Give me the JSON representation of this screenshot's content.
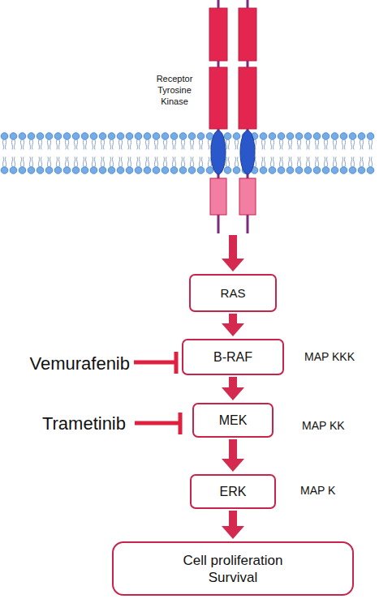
{
  "diagram": {
    "nodes": [
      {
        "text": [
          "Receptor Tyrosine Kinase"
        ]
      },
      {
        "text": [
          "RAS"
        ]
      },
      {
        "text": [
          "B-RAF"
        ]
      },
      {
        "text": [
          "MEK"
        ]
      },
      {
        "text": [
          "ERK"
        ]
      },
      {
        "text": [
          "Cell proliferation Survival"
        ]
      }
    ],
    "edges": [
      {
        "from": 0,
        "to": 1,
        "arrow": "to"
      },
      {
        "from": 1,
        "to": 2,
        "arrow": "to"
      },
      {
        "from": 2,
        "to": 3,
        "arrow": "to"
      },
      {
        "from": 3,
        "to": 4,
        "arrow": "to"
      },
      {
        "from": 4,
        "to": 5,
        "arrow": "to"
      }
    ],
    "labels": [
      "Vemurafenib",
      "MAP KKK",
      "Trametinib",
      "MAP KK",
      "MAP K"
    ]
  }
}
